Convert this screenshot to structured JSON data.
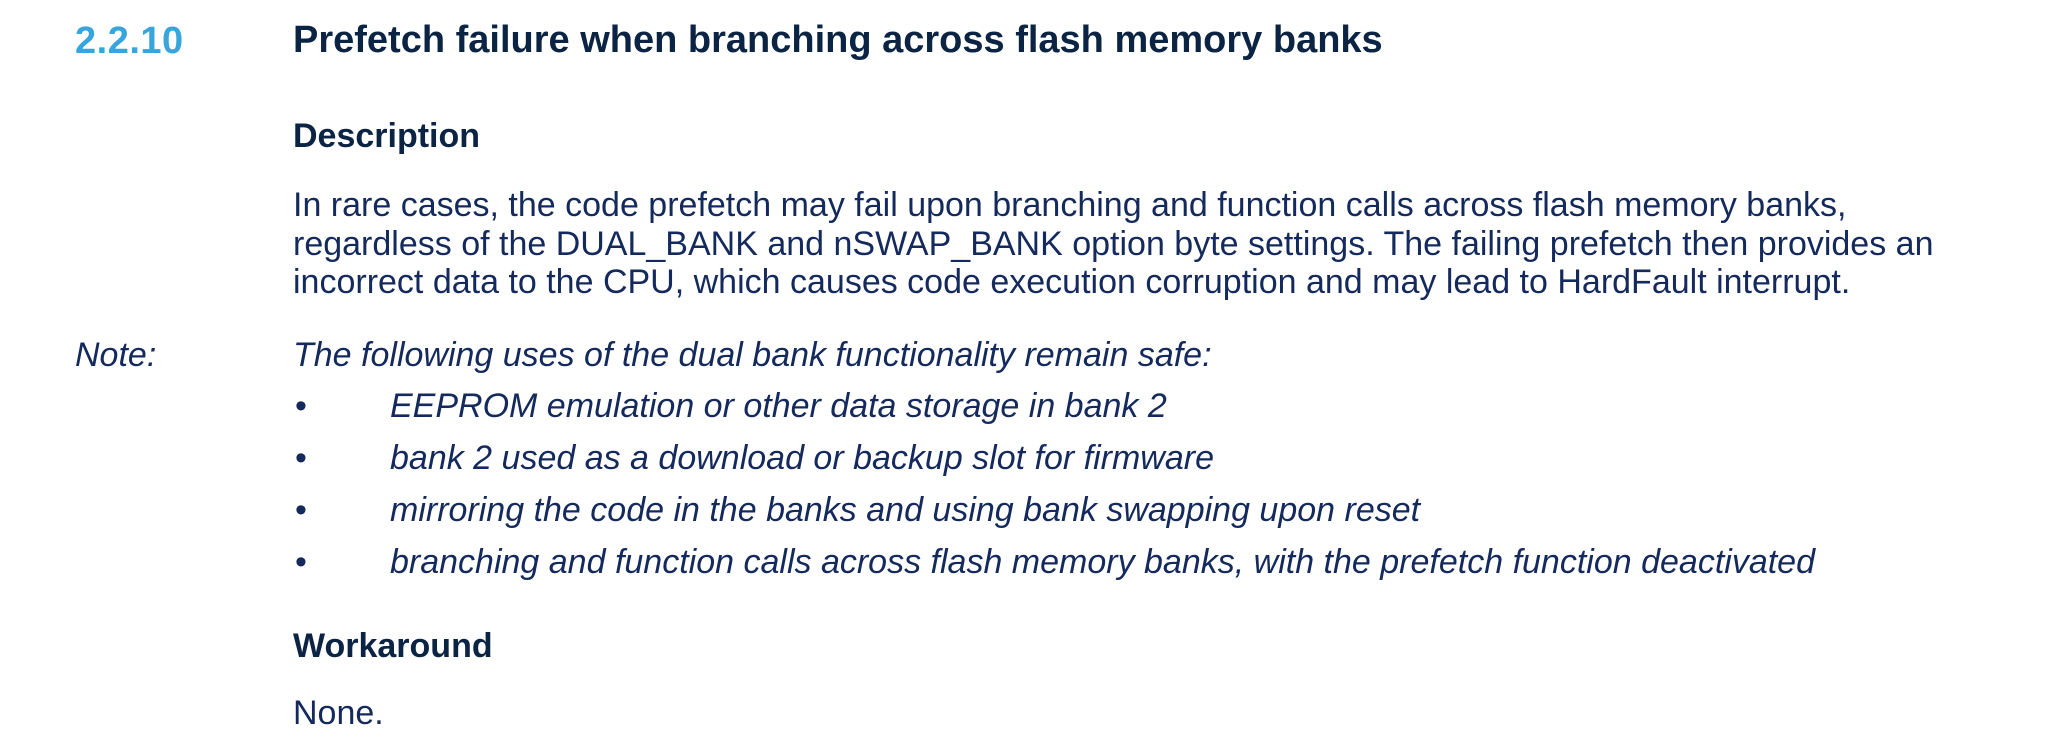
{
  "colors": {
    "section_number": "#38a6dc",
    "heading_navy": "#0b2444",
    "body_navy": "#14295c",
    "background": "#ffffff"
  },
  "glyphs": {
    "bullet": "•"
  },
  "section": {
    "number": "2.2.10",
    "title": "Prefetch failure when branching across flash memory banks",
    "description": {
      "heading": "Description",
      "body": "In rare cases, the code prefetch may fail upon branching and function calls across flash memory banks, regardless of the DUAL_BANK and nSWAP_BANK option byte settings. The failing prefetch then provides an incorrect data to the CPU, which causes code execution corruption and may lead to HardFault interrupt."
    },
    "note": {
      "label": "Note:",
      "intro": "The following uses of the dual bank functionality remain safe:",
      "bullets": [
        "EEPROM emulation or other data storage in bank 2",
        "bank 2 used as a download or backup slot for firmware",
        "mirroring the code in the banks and using bank swapping upon reset",
        "branching and function calls across flash memory banks, with the prefetch function deactivated"
      ]
    },
    "workaround": {
      "heading": "Workaround",
      "body": "None."
    }
  }
}
